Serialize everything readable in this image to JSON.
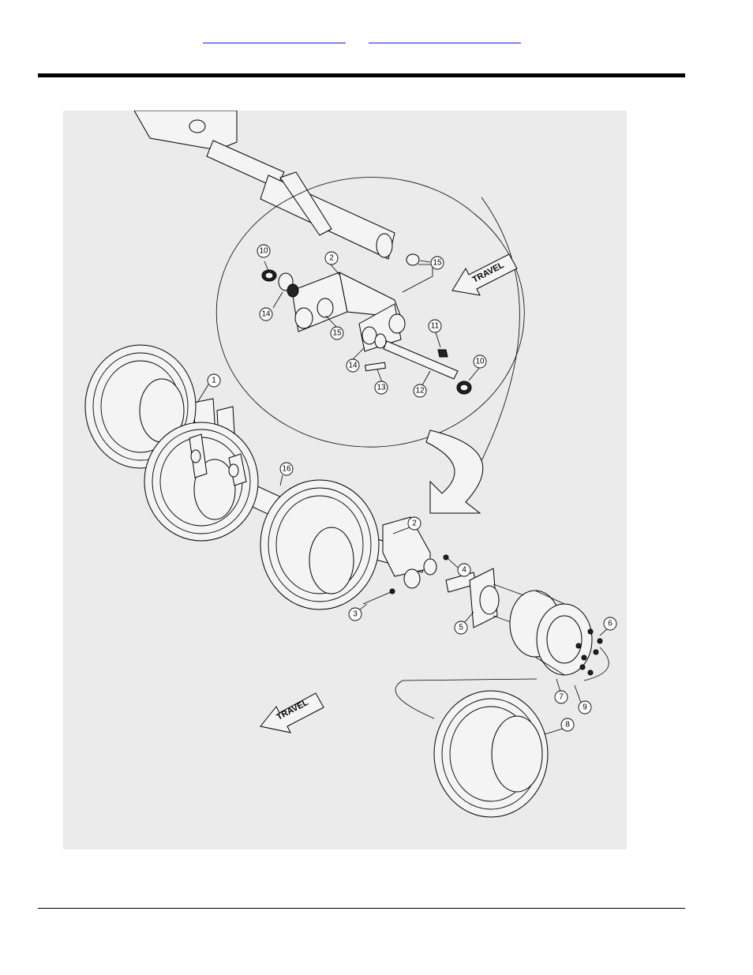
{
  "header": {
    "link_1": "",
    "link_2": ""
  },
  "figure": {
    "travel_label_top": "TRAVEL",
    "travel_label_bottom": "TRAVEL",
    "callouts": [
      "1",
      "2",
      "3",
      "4",
      "5",
      "6",
      "7",
      "8",
      "9",
      "10",
      "11",
      "12",
      "13",
      "14",
      "15",
      "16"
    ]
  },
  "colors": {
    "link": "#1a1ae0",
    "rule": "#000000",
    "figure_background": "#ebebeb"
  }
}
